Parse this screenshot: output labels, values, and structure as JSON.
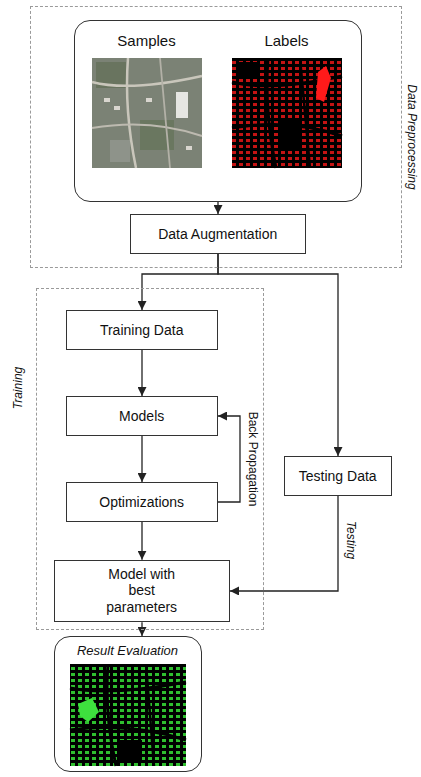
{
  "diagram": {
    "nodes": [
      {
        "text": [
          "Data Preprocessing"
        ]
      },
      {
        "text": [
          "Samples",
          "Labels"
        ],
        "in": 0
      },
      {
        "text": [
          "Data Augmentation"
        ],
        "in": 0
      },
      {
        "text": [
          "Training"
        ]
      },
      {
        "text": [
          "Training Data"
        ],
        "in": 3
      },
      {
        "text": [
          "Models"
        ],
        "in": 3
      },
      {
        "text": [
          "Optimizations"
        ],
        "in": 3
      },
      {
        "text": [
          "Model with best parameters"
        ],
        "in": 3
      },
      {
        "text": [
          "Testing Data"
        ]
      },
      {
        "text": [
          "Result Evaluation"
        ]
      }
    ],
    "edges": [
      {
        "from": 1,
        "to": 2,
        "arrow": "to"
      },
      {
        "from": 2,
        "to": 4,
        "arrow": "to"
      },
      {
        "from": 2,
        "to": 8,
        "arrow": "to"
      },
      {
        "from": 4,
        "to": 5,
        "arrow": "to"
      },
      {
        "from": 5,
        "to": 6,
        "arrow": "to"
      },
      {
        "from": 6,
        "to": 5,
        "label": "Back Propagation",
        "arrow": "to"
      },
      {
        "from": 6,
        "to": 7,
        "arrow": "to"
      },
      {
        "from": 8,
        "to": 7,
        "label": "Testing",
        "arrow": "to"
      },
      {
        "from": 7,
        "to": 9,
        "arrow": "to"
      }
    ]
  }
}
